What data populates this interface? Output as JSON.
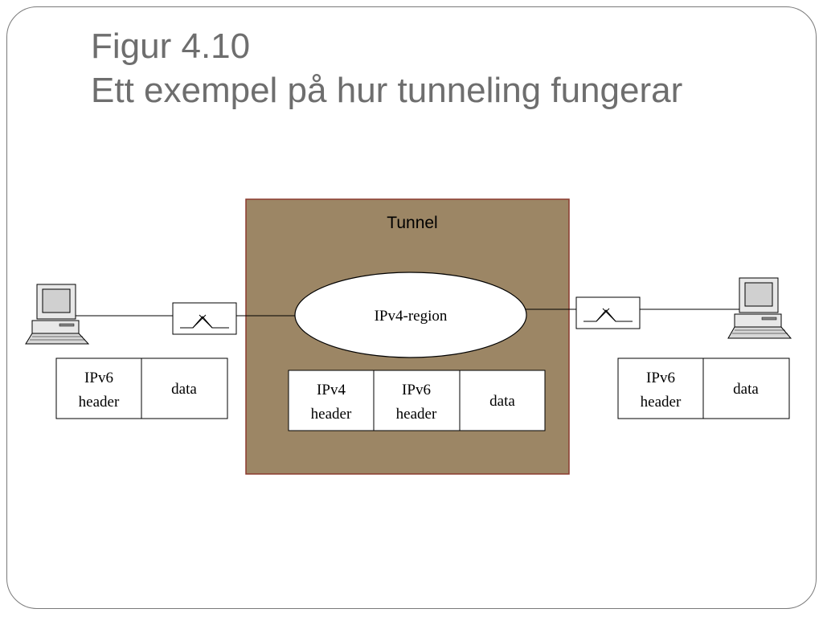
{
  "slide": {
    "title_line1": "Figur 4.10",
    "title_line2": "Ett exempel på hur tunneling fungerar"
  },
  "diagram": {
    "tunnel_label": "Tunnel",
    "region_label": "IPv4-region",
    "left_packet": {
      "header_line1": "IPv6",
      "header_line2": "header",
      "data": "data"
    },
    "tunnel_packet": {
      "outer_header_line1": "IPv4",
      "outer_header_line2": "header",
      "inner_header_line1": "IPv6",
      "inner_header_line2": "header",
      "data": "data"
    },
    "right_packet": {
      "header_line1": "IPv6",
      "header_line2": "header",
      "data": "data"
    },
    "colors": {
      "tunnel_fill": "#9c8665",
      "tunnel_border": "#8b3a2e",
      "title_text": "#6e6e6e",
      "line": "#000000"
    },
    "icons": [
      "computer-icon",
      "router-icon"
    ]
  }
}
